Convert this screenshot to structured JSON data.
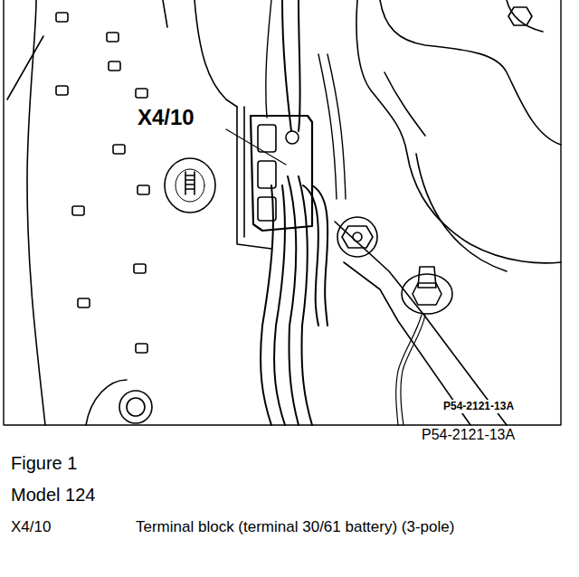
{
  "diagram": {
    "title": "Figure 1",
    "labels": [
      "X4/10",
      "P54-2121-13A",
      "P54-2121-13A",
      "Model 124",
      "X4/10",
      "Terminal block (terminal 30/61 battery) (3-pole)"
    ]
  }
}
